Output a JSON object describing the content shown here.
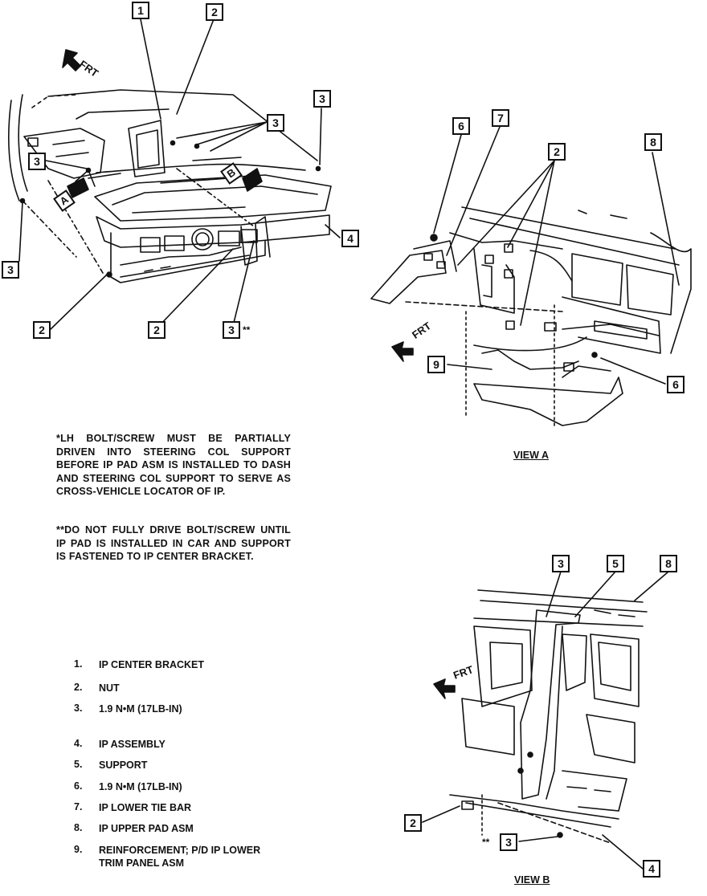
{
  "callouts": {
    "main_1": "1",
    "main_2_top": "2",
    "main_3_right": "3",
    "main_3_mid": "3",
    "main_3_left": "3",
    "main_3_lower": "3",
    "main_4": "4",
    "main_2_lower_left": "2",
    "main_2_lower_mid": "2",
    "main_3_bottom": "3",
    "va_6_left": "6",
    "va_7": "7",
    "va_2": "2",
    "va_8": "8",
    "va_9": "9",
    "va_6_right": "6",
    "vb_3_top": "3",
    "vb_5": "5",
    "vb_8": "8",
    "vb_2": "2",
    "vb_3_bottom": "3",
    "vb_4": "4"
  },
  "markers": {
    "view_a": "A",
    "view_b": "B",
    "double_star": "**"
  },
  "frt_label": "FRT",
  "notes": {
    "note1": "*LH BOLT/SCREW MUST BE PARTIALLY DRIVEN INTO STEERING COL SUPPORT BEFORE IP PAD ASM IS INSTALLED TO DASH AND STEERING COL SUPPORT TO SERVE AS CROSS-VEHICLE LOCATOR OF IP.",
    "note2": "**DO NOT FULLY DRIVE BOLT/SCREW UNTIL IP PAD IS INSTALLED IN CAR AND SUPPORT IS FASTENED TO IP CENTER BRACKET."
  },
  "legend": [
    {
      "num": "1.",
      "text": "IP CENTER BRACKET"
    },
    {
      "num": "2.",
      "text": "NUT"
    },
    {
      "num": "3.",
      "text": "1.9 N•M (17LB-IN)"
    },
    {
      "num": "4.",
      "text": "IP ASSEMBLY"
    },
    {
      "num": "5.",
      "text": "SUPPORT"
    },
    {
      "num": "6.",
      "text": "1.9 N•M (17LB-IN)"
    },
    {
      "num": "7.",
      "text": "IP LOWER TIE BAR"
    },
    {
      "num": "8.",
      "text": "IP UPPER PAD ASM"
    },
    {
      "num": "9.",
      "text": "REINFORCEMENT; P/D IP LOWER TRIM PANEL ASM"
    }
  ],
  "view_labels": {
    "view_a": "VIEW A",
    "view_b": "VIEW B"
  }
}
